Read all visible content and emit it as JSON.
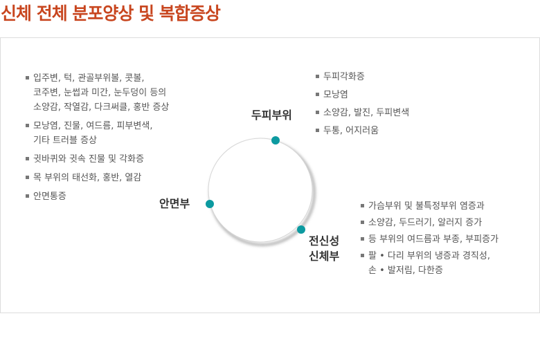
{
  "page": {
    "title": "신체 전체 분포양상 및 복합증상"
  },
  "diagram": {
    "nodes": {
      "top": "두피부위",
      "left": "안면부",
      "bottom": "전신성\n신체부"
    },
    "accent_color": "#0c9aa0"
  },
  "lists": {
    "left": [
      "입주변, 턱, 관골부위볼, 콧볼,\n코주변, 눈썹과 미간, 눈두덩이 등의\n소양감, 작열감, 다크써클, 홍반 증상",
      "모낭염, 진물, 여드름, 피부변색,\n기타 트러블 증상",
      "귓바퀴와 귓속 진물 및 각화증",
      "목 부위의 태선화, 홍반, 열감",
      "안면통증"
    ],
    "top": [
      "두피각화증",
      "모낭염",
      "소양감, 발진, 두피변색",
      "두통, 어지러움"
    ],
    "bottom": [
      "가슴부위 및 불특정부위 염증과",
      "소양감, 두드러기, 알러지 증가",
      "등 부위의 여드름과 부종, 부피증가",
      "팔 • 다리 부위의 냉증과 경직성,\n손 • 발저림, 다한증"
    ]
  }
}
